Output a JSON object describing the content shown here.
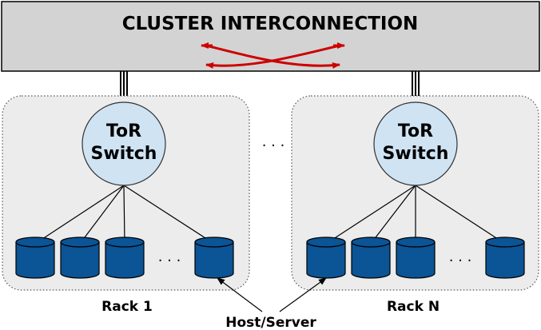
{
  "interconnect": {
    "label": "CLUSTER INTERCONNECTION"
  },
  "racks": [
    {
      "label": "Rack 1",
      "switch_line1": "ToR",
      "switch_line2": "Switch"
    },
    {
      "label": "Rack N",
      "switch_line1": "ToR",
      "switch_line2": "Switch"
    }
  ],
  "between_racks_ellipsis": ". . .",
  "server_ellipsis": ". . .",
  "host_label": "Host/Server",
  "colors": {
    "interconnect_fill": "#d3d3d3",
    "rack_fill": "#ececec",
    "switch_fill": "#cfe3f3",
    "server_fill": "#0b5495",
    "arrow": "#cc0000"
  }
}
